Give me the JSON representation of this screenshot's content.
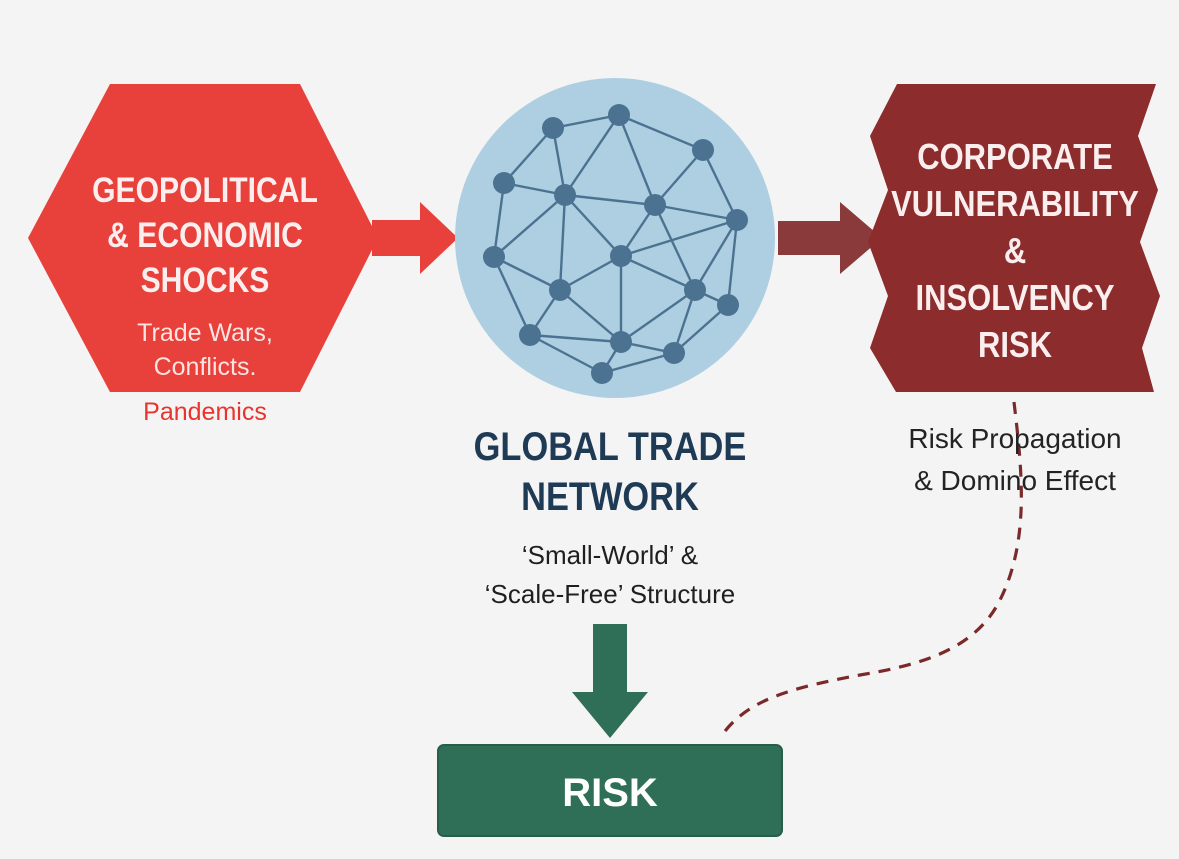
{
  "shock": {
    "title": "GEOPOLITICAL\n& ECONOMIC\nSHOCKS",
    "examples_line1": "Trade Wars,\nConflicts.",
    "examples_line2": "Pandemics"
  },
  "network": {
    "title": "GLOBAL TRADE\nNETWORK",
    "subtitle": "‘Small-World’ &\n‘Scale-Free’ Structure"
  },
  "corporate": {
    "title": "CORPORATE\nVULNERABILITY\n&\nINSOLVENCY\nRISK",
    "subtitle": "Risk Propagation\n& Domino Effect"
  },
  "risk": {
    "label": "RISK"
  },
  "colors": {
    "shock_red": "#e8403a",
    "network_circle": "#aecfe1",
    "network_node": "#4b7391",
    "corporate_maroon": "#8c2c2c",
    "arrow_maroon": "#8a3a3a",
    "risk_green": "#2f6e57",
    "dashed_path": "#7a2a2a"
  }
}
